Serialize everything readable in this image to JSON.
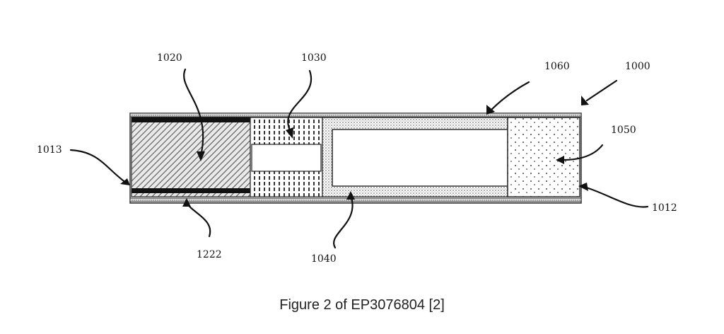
{
  "labels": {
    "l1000": "1000",
    "l1012": "1012",
    "l1013": "1013",
    "l1020": "1020",
    "l1030": "1030",
    "l1040": "1040",
    "l1050": "1050",
    "l1060": "1060",
    "l1222": "1222"
  },
  "caption": "Figure 2 of EP3076804 [2]"
}
